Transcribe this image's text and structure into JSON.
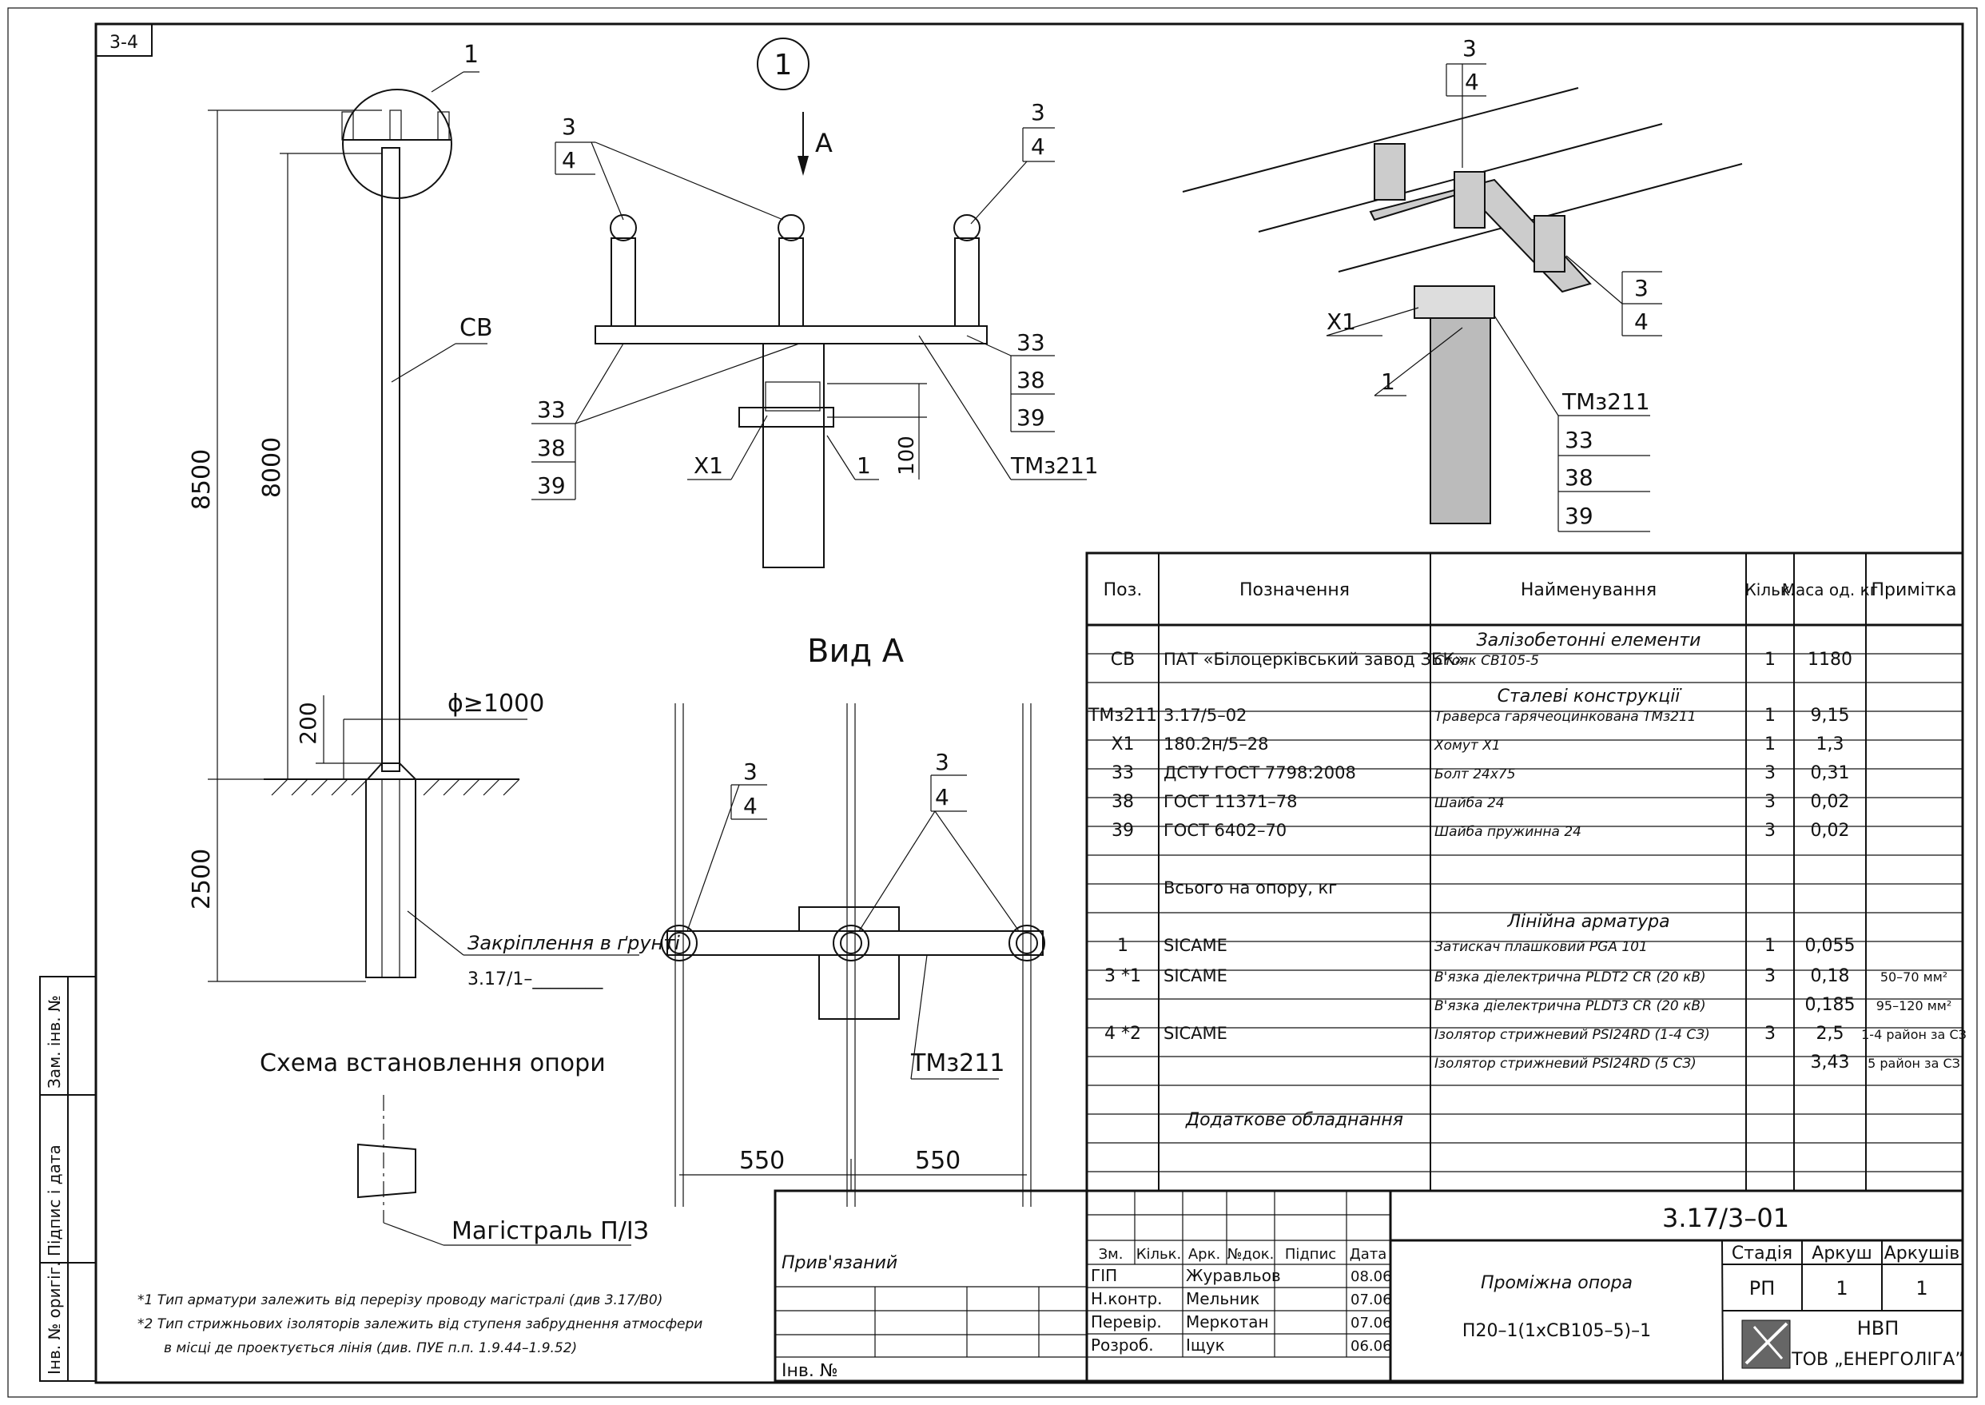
{
  "sheet_code": "3-4",
  "views": {
    "circle_label": "1",
    "arrow_label": "А",
    "view_a_title": "Вид А",
    "install_caption": "Схема встановлення опори",
    "magistral_label": "Магістраль П/ІЗ"
  },
  "left_drawing": {
    "callout_1": "1",
    "callout_cb": "СВ",
    "dim_8500": "8500",
    "dim_8000": "8000",
    "dim_2500": "2500",
    "dim_200": "200",
    "diameter": "ϕ≥1000",
    "fixing_label": "Закріплення в ґрунті",
    "fixing_ref": "3.17/1–________"
  },
  "top_view": {
    "c3": "3",
    "c4": "4",
    "c33": "33",
    "c38": "38",
    "c39": "39",
    "x1": "X1",
    "c1": "1",
    "dim_100": "100",
    "tm": "ТМз211"
  },
  "view_a": {
    "c3": "3",
    "c4": "4",
    "tm": "ТМз211",
    "dim_550": "550"
  },
  "iso_view": {
    "c3": "3",
    "c4": "4",
    "x1": "X1",
    "c1": "1",
    "tm": "ТМз211",
    "c33": "33",
    "c38": "38",
    "c39": "39"
  },
  "spec_table": {
    "headers": [
      "Поз.",
      "Позначення",
      "Найменування",
      "Кільк.",
      "Маса од. кг",
      "Примітка"
    ],
    "sections": {
      "s1": "Залізобетонні елементи",
      "s2": "Сталеві конструкції",
      "s3": "Лінійна арматура",
      "s4": "Додаткове обладнання"
    },
    "rows": [
      {
        "pos": "СВ",
        "des": "ПАТ «Білоцерківський завод ЗБК»",
        "name": "Стояк СВ105-5",
        "qty": "1",
        "mass": "1180",
        "note": ""
      },
      {
        "pos": "ТМз211",
        "des": "3.17/5–02",
        "name": "Траверса гарячеоцинкована ТМз211",
        "qty": "1",
        "mass": "9,15",
        "note": ""
      },
      {
        "pos": "X1",
        "des": "180.2н/5–28",
        "name": "Хомут X1",
        "qty": "1",
        "mass": "1,3",
        "note": ""
      },
      {
        "pos": "33",
        "des": "ДСТУ ГОСТ 7798:2008",
        "name": "Болт 24x75",
        "qty": "3",
        "mass": "0,31",
        "note": ""
      },
      {
        "pos": "38",
        "des": "ГОСТ 11371–78",
        "name": "Шайба 24",
        "qty": "3",
        "mass": "0,02",
        "note": ""
      },
      {
        "pos": "39",
        "des": "ГОСТ 6402–70",
        "name": "Шайба пружинна 24",
        "qty": "3",
        "mass": "0,02",
        "note": ""
      },
      {
        "pos": "",
        "des": "Всього на опору, кг",
        "name": "",
        "qty": "",
        "mass": "",
        "note": ""
      },
      {
        "pos": "1",
        "des": "SICAME",
        "name": "Затискач плашковий PGA 101",
        "qty": "1",
        "mass": "0,055",
        "note": ""
      },
      {
        "pos": "3 *1",
        "des": "SICAME",
        "name": "В'язка діелектрична PLDT2 CR (20 кВ)",
        "qty": "3",
        "mass": "0,18",
        "note": "50–70 мм²"
      },
      {
        "pos": "",
        "des": "",
        "name": "В'язка діелектрична PLDT3 CR (20 кВ)",
        "qty": "",
        "mass": "0,185",
        "note": "95–120 мм²"
      },
      {
        "pos": "4 *2",
        "des": "SICAME",
        "name": "Ізолятор стрижневий PSI24RD (1-4 СЗ)",
        "qty": "3",
        "mass": "2,5",
        "note": "1-4 район за СЗ"
      },
      {
        "pos": "",
        "des": "",
        "name": "Ізолятор стрижневий PSI24RD (5 СЗ)",
        "qty": "",
        "mass": "3,43",
        "note": "5 район за СЗ"
      }
    ]
  },
  "title_block": {
    "doc_code": "3.17/3–01",
    "bound_label": "Прив'язаний",
    "inv_label": "Інв. №",
    "cols": [
      "Зм.",
      "Кільк.",
      "Арк.",
      "№док.",
      "Підпис",
      "Дата"
    ],
    "people": [
      {
        "role": "ГІП",
        "name": "Журавльов",
        "date": "08.06"
      },
      {
        "role": "Н.контр.",
        "name": "Мельник",
        "date": "07.06"
      },
      {
        "role": "Перевір.",
        "name": "Меркотан",
        "date": "07.06"
      },
      {
        "role": "Розроб.",
        "name": "Іщук",
        "date": "06.06"
      }
    ],
    "object_name": "Проміжна опора",
    "object_code": "П20–1(1хСВ105–5)–1",
    "stage_label": "Стадія",
    "sheet_label": "Аркуш",
    "sheets_label": "Аркушів",
    "stage": "РП",
    "sheet": "1",
    "sheets": "1",
    "company_1": "НВП",
    "company_2": "ТОВ „ЕНЕРГОЛІГА”"
  },
  "side_stamp": [
    "Зам. інв. №",
    "Підпис і дата",
    "Інв. № оригіг."
  ],
  "footnotes": [
    "*1 Тип арматури залежить від перерізу проводу магістралі (див 3.17/В0)",
    "*2 Тип стрижньових ізоляторів залежить від ступеня забруднення атмосфери",
    "в місці де проектується лінія (див. ПУЕ п.п. 1.9.44–1.9.52)"
  ]
}
